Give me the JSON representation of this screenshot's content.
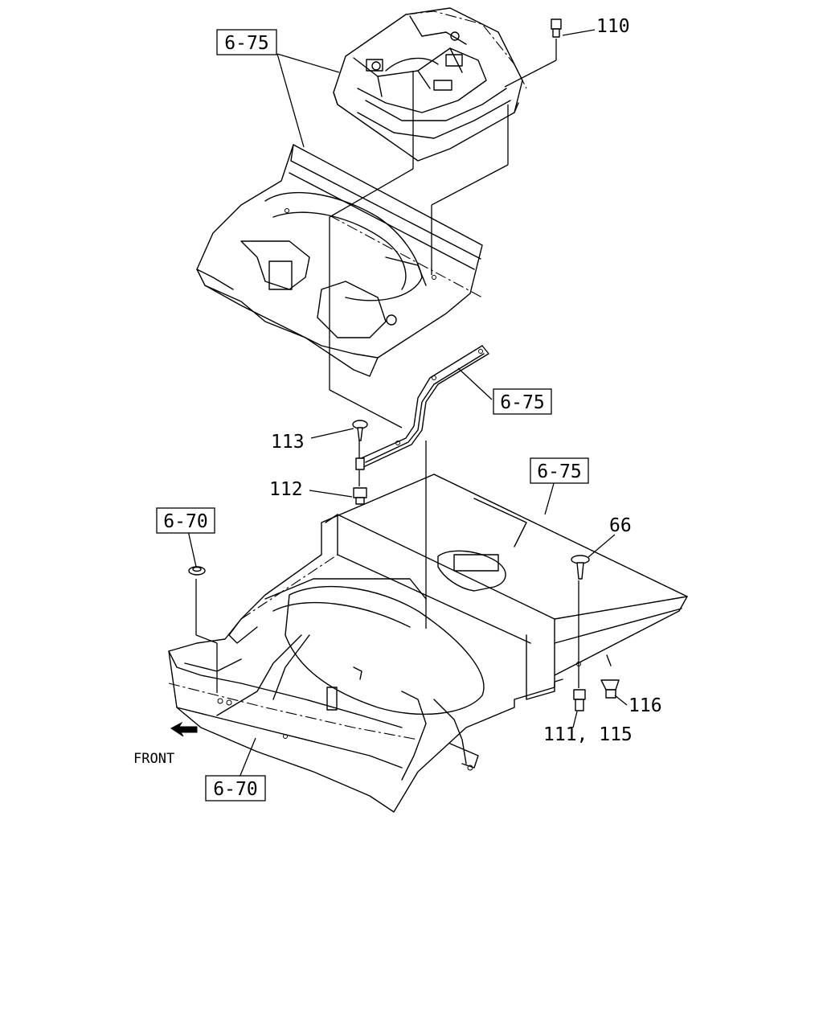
{
  "callouts": {
    "ref_top_left": "6-75",
    "ref_middle_right": "6-75",
    "ref_lower_right": "6-75",
    "ref_left": "6-70",
    "ref_bottom": "6-70",
    "part_110": "110",
    "part_113": "113",
    "part_112": "112",
    "part_66": "66",
    "part_116": "116",
    "part_111_115": "111, 115"
  },
  "direction": {
    "label": "FRONT"
  }
}
